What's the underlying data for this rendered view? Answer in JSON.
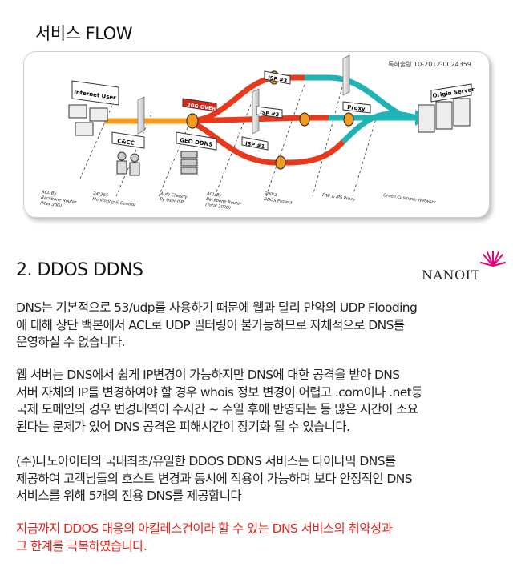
{
  "header": {
    "title": "서비스 FLOW"
  },
  "diagram": {
    "patent": "특허출원 10-2012-0024359",
    "nodes": {
      "internet_user": "Internet User",
      "cncc": "C&CC",
      "geo_ddns": "GEO DDNS",
      "over_badge": "20G OVER",
      "isp3": "ISP #3",
      "isp2": "ISP #2",
      "isp1": "ISP #1",
      "proxy": "Proxy",
      "origin_server": "Origin Server"
    },
    "captions": [
      [
        "ACL By",
        "Backbone Router",
        "(Max 30G)"
      ],
      [
        "24\"365",
        "Monitoring & Control"
      ],
      [
        "Auto Classify",
        "By User ISP"
      ],
      [
        "ACL By",
        "Backbone Router",
        "(Total 200G)"
      ],
      [
        "200\"3",
        "DDOS Protect"
      ],
      [
        "F/W & IPS Proxy"
      ],
      [
        "Green Customer Network"
      ]
    ],
    "colors": {
      "orange": "#f39c1f",
      "red": "#e8391c",
      "teal": "#1fb3b5"
    }
  },
  "section2": {
    "title": "2. DDOS DDNS"
  },
  "logo": {
    "text": "NANOIT"
  },
  "paragraphs": [
    [
      "DNS는 기본적으로 53/udp를 사용하기 때문에 웹과 달리 만약의 UDP Flooding",
      "에 대해 상단 백본에서 ACL로 UDP 필터링이 불가능하므로 자체적으로 DNS를",
      "운영하실 수 없습니다."
    ],
    [
      "웹 서버는 DNS에서 쉽게 IP변경이 가능하지만 DNS에 대한 공격을 받아 DNS",
      "서버 자체의 IP를 변경하여야 할 경우 whois 정보 변경이 어렵고 .com이나 .net등",
      "국제 도메인의 경우 변경내역이 수시간 ~ 수일 후에 반영되는 등 많은 시간이 소요",
      "된다는 문제가 있어 DNS 공격은 피해시간이 장기화 될 수 있습니다."
    ],
    [
      "(주)나노아이티의 국내최초/유일한 DDOS DDNS 서비스는 다이나믹 DNS를",
      "제공하여 고객님들의 호스트 변경과 동시에 적용이 가능하며 보다 안정적인 DNS",
      "서비스를 위해 5개의 전용 DNS를 제공합니다"
    ],
    [
      "지금까지 DDOS 대응의 아킬레스건이라 할 수 있는 DNS 서비스의 취약성과",
      "그 한계를 극복하였습니다."
    ]
  ]
}
